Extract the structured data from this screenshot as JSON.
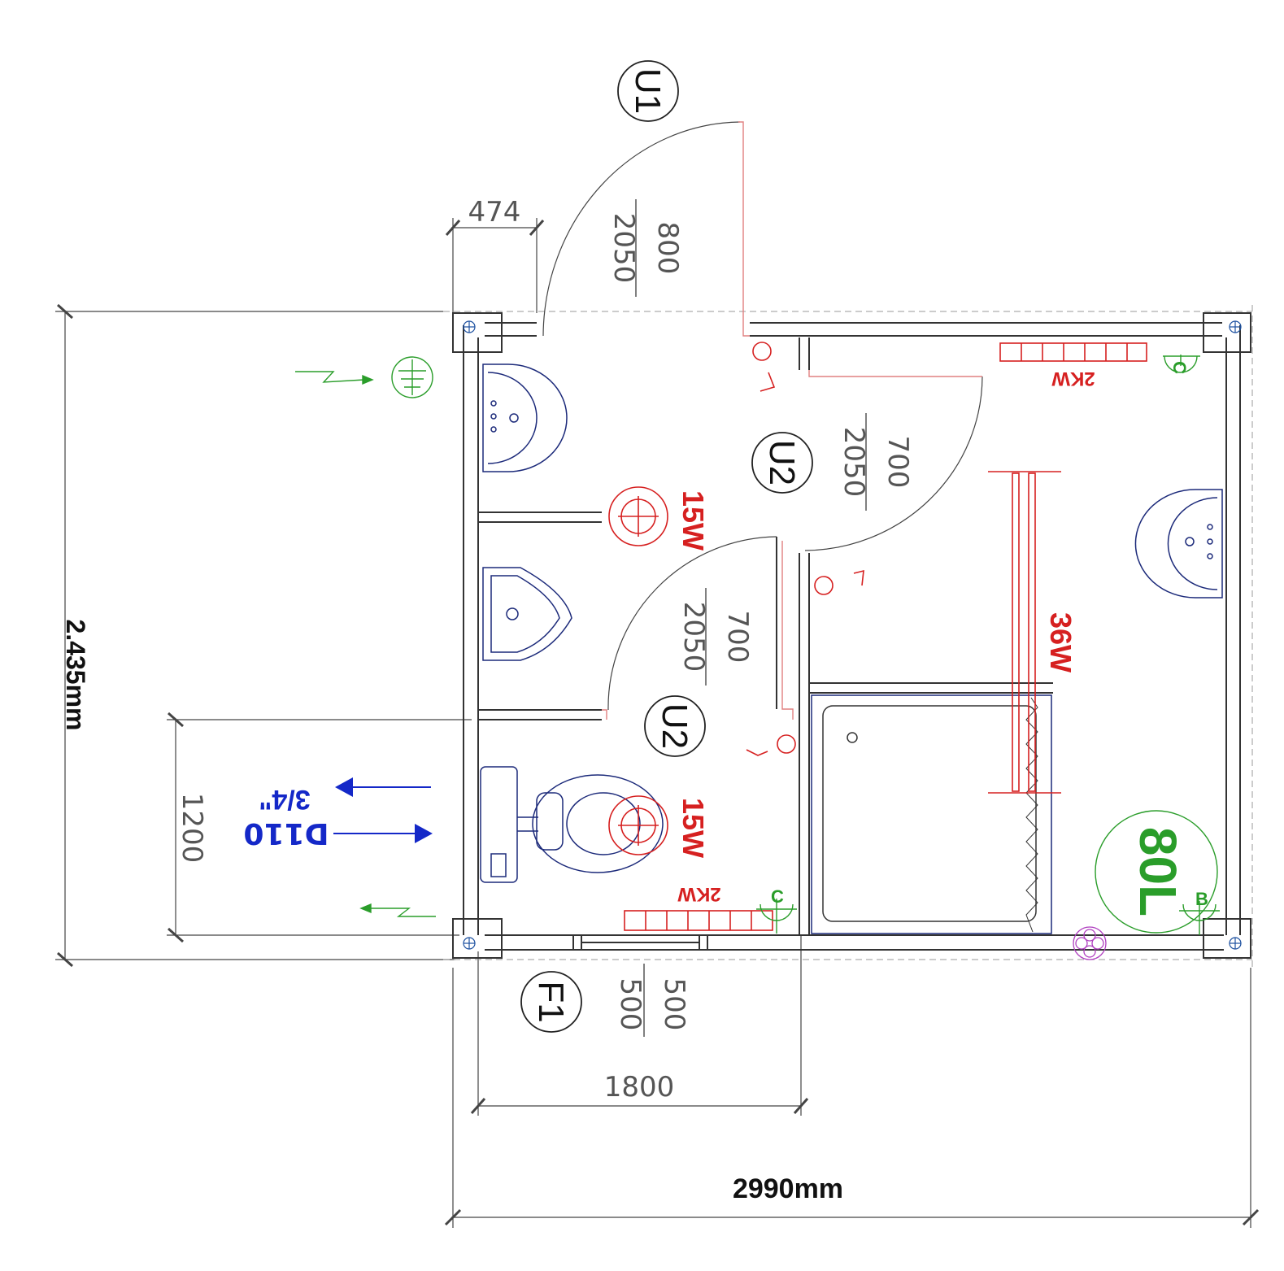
{
  "dimensions": {
    "total_width": "2990mm",
    "total_depth": "2.435mm",
    "inner_width": "1800",
    "side_1200": "1200",
    "offset_474": "474"
  },
  "openings": {
    "main_door": {
      "tag": "U1",
      "width": "800",
      "height": "2050"
    },
    "inner_door_right": {
      "tag": "U2",
      "width": "700",
      "height": "2050"
    },
    "inner_door_left": {
      "tag": "U2",
      "width": "700",
      "height": "2050"
    },
    "window": {
      "tag": "F1",
      "width": "500",
      "height": "500"
    }
  },
  "electrical": {
    "light_upper": "15W",
    "light_lower": "15W",
    "fluorescent": "36W",
    "heater_right": "2KW",
    "heater_left": "2KW",
    "socket_c_right": "C",
    "socket_c_left": "C",
    "socket_b": "B"
  },
  "plumbing": {
    "water_inlet": "3/4\"",
    "drain": "D110",
    "boiler": "80L"
  },
  "colors": {
    "wall": "#333333",
    "electrical": "#d62020",
    "green": "#2a9d2a",
    "plumbing": "#1428c8",
    "sanitary": "#1c2a7a",
    "fan": "#b040c0"
  }
}
